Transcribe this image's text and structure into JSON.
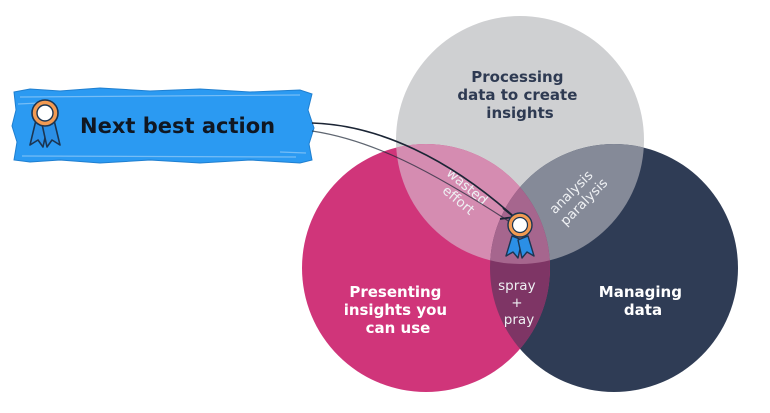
{
  "banner": {
    "label": "Next best action",
    "icon": "award-ribbon-icon"
  },
  "circles": {
    "top": {
      "lines": [
        "Processing",
        "data to create",
        "insights"
      ],
      "color": "#cfd0d2"
    },
    "left": {
      "lines": [
        "Presenting",
        "insights you",
        "can use"
      ],
      "color": "#d0357a"
    },
    "right": {
      "lines": [
        "Managing",
        "data"
      ],
      "color": "#2f3c55"
    }
  },
  "overlaps": {
    "top_left": [
      "wasted",
      "effort"
    ],
    "top_right": [
      "analysis",
      "paralysis"
    ],
    "left_right": [
      "spray",
      "+",
      "pray"
    ]
  },
  "center_icon": "award-ribbon-icon",
  "colors": {
    "banner_blue": "#2b9af2",
    "ribbon_blue": "#2b8fe6",
    "medal_orange": "#f29a52"
  }
}
